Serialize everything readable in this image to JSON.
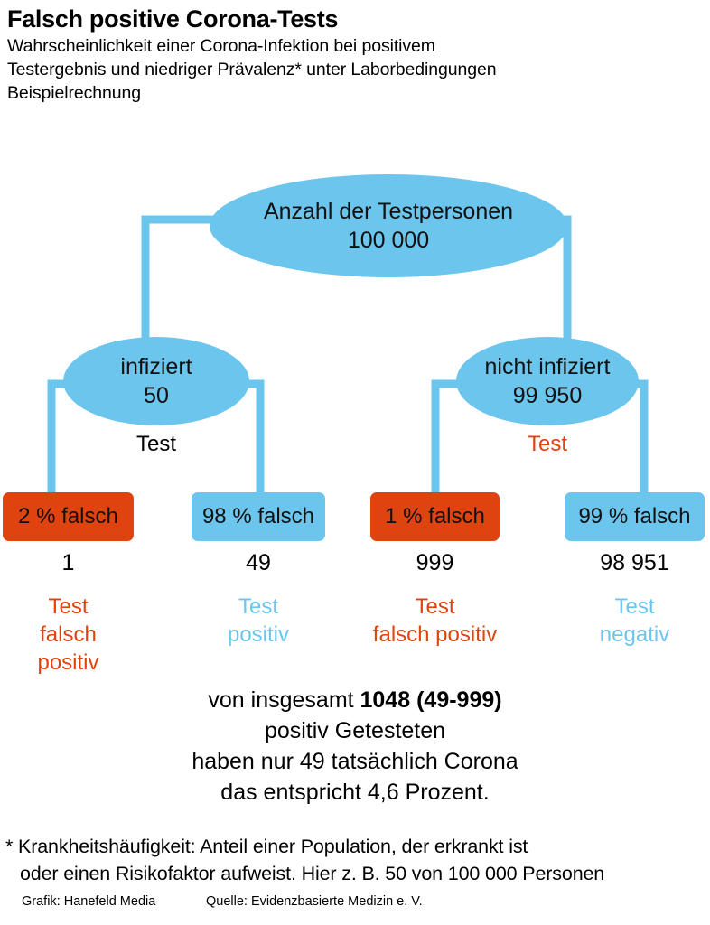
{
  "theme": {
    "blue": "#6CC5EC",
    "blue_text": "#6CC5EC",
    "orange": "#DF4310",
    "orange_text": "#DF4310",
    "text": "#000000",
    "background": "#FFFFFF"
  },
  "header": {
    "title": "Falsch positive Corona-Tests",
    "subtitle_line1": "Wahrscheinlichkeit einer Corona-Infektion bei positivem",
    "subtitle_line2": "Testergebnis und niedriger Prävalenz* unter Laborbedingungen",
    "subtitle_line3": "Beispielrechnung"
  },
  "diagram": {
    "root": {
      "label": "Anzahl der Testpersonen",
      "value": "100 000"
    },
    "branches": [
      {
        "label": "infiziert",
        "value": "50",
        "test_label": "Test",
        "test_label_color": "#000000"
      },
      {
        "label": "nicht infiziert",
        "value": "99 950",
        "test_label": "Test",
        "test_label_color": "#DF4310"
      }
    ],
    "outcomes": [
      {
        "percent_label": "2 % falsch",
        "box_color": "orange",
        "count": "1",
        "note_lines": [
          "Test",
          "falsch",
          "positiv"
        ],
        "note_color": "orange"
      },
      {
        "percent_label": "98 % falsch",
        "box_color": "blue",
        "count": "49",
        "note_lines": [
          "Test",
          "positiv"
        ],
        "note_color": "blue"
      },
      {
        "percent_label": "1 % falsch",
        "box_color": "orange",
        "count": "999",
        "note_lines": [
          "Test",
          "falsch positiv"
        ],
        "note_color": "orange"
      },
      {
        "percent_label": "99 % falsch",
        "box_color": "blue",
        "count": "98 951",
        "note_lines": [
          "Test",
          "negativ"
        ],
        "note_color": "blue"
      }
    ]
  },
  "summary": {
    "line1_pre": "von insgesamt ",
    "line1_bold": "1048 (49-999)",
    "line2": "positiv Getesteten",
    "line3_pre": "haben nur ",
    "line3_hl": "49",
    "line3_post": " tatsächlich Corona",
    "line4": "das entspricht 4,6 Prozent."
  },
  "footnote": {
    "line1": "* Krankheitshäufigkeit: Anteil einer Population, der erkrankt ist",
    "line2": "oder einen Risikofaktor aufweist. Hier z. B. 50 von 100 000 Personen"
  },
  "credits": {
    "graphic": "Grafik: Hanefeld Media",
    "source": "Quelle:  Evidenzbasierte Medizin e. V."
  },
  "chart_data": {
    "type": "diagram",
    "title": "Falsch positive Corona-Tests",
    "total": 100000,
    "prevalence": "50 von 100 000",
    "nodes": [
      {
        "id": "root",
        "label": "Anzahl der Testpersonen",
        "value": 100000
      },
      {
        "id": "infiziert",
        "label": "infiziert",
        "value": 50,
        "parent": "root"
      },
      {
        "id": "nicht-infiziert",
        "label": "nicht infiziert",
        "value": 99950,
        "parent": "root"
      },
      {
        "id": "inf-falsch",
        "label": "2 % falsch",
        "value": 1,
        "parent": "infiziert",
        "result": "Test falsch positiv"
      },
      {
        "id": "inf-richtig",
        "label": "98 % falsch",
        "value": 49,
        "parent": "infiziert",
        "result": "Test positiv"
      },
      {
        "id": "nicht-falsch",
        "label": "1 % falsch",
        "value": 999,
        "parent": "nicht-infiziert",
        "result": "Test falsch positiv"
      },
      {
        "id": "nicht-richtig",
        "label": "99 % falsch",
        "value": 98951,
        "parent": "nicht-infiziert",
        "result": "Test negativ"
      }
    ],
    "total_positive": 1048,
    "true_positive": 49,
    "positive_predictive_value_percent": 4.6
  }
}
